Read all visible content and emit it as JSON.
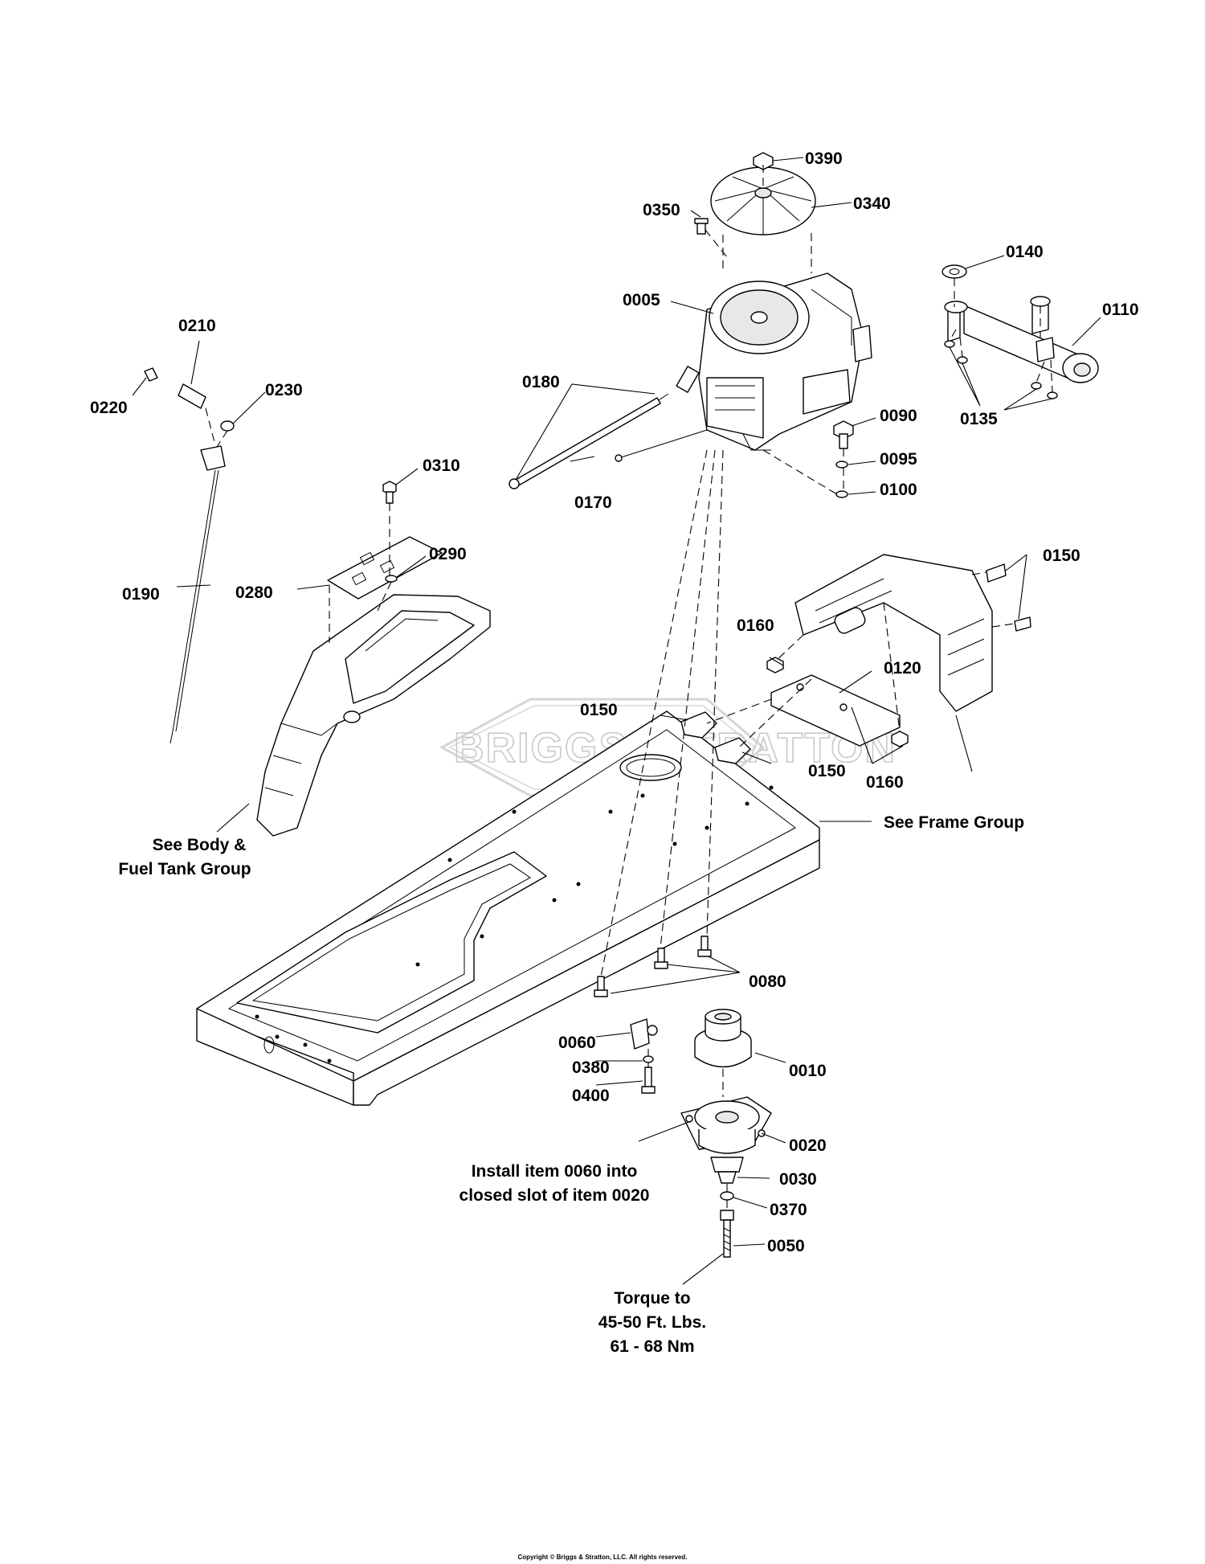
{
  "callouts": [
    {
      "id": "c0390",
      "label": "0390"
    },
    {
      "id": "c0340",
      "label": "0340"
    },
    {
      "id": "c0350",
      "label": "0350"
    },
    {
      "id": "c0005",
      "label": "0005"
    },
    {
      "id": "c0140",
      "label": "0140"
    },
    {
      "id": "c0110",
      "label": "0110"
    },
    {
      "id": "c0135",
      "label": "0135"
    },
    {
      "id": "c0210",
      "label": "0210"
    },
    {
      "id": "c0220",
      "label": "0220"
    },
    {
      "id": "c0230",
      "label": "0230"
    },
    {
      "id": "c0180",
      "label": "0180"
    },
    {
      "id": "c0170",
      "label": "0170"
    },
    {
      "id": "c0090",
      "label": "0090"
    },
    {
      "id": "c0095",
      "label": "0095"
    },
    {
      "id": "c0100",
      "label": "0100"
    },
    {
      "id": "c0310",
      "label": "0310"
    },
    {
      "id": "c0290",
      "label": "0290"
    },
    {
      "id": "c0280",
      "label": "0280"
    },
    {
      "id": "c0190",
      "label": "0190"
    },
    {
      "id": "c0150a",
      "label": "0150"
    },
    {
      "id": "c0160a",
      "label": "0160"
    },
    {
      "id": "c0120",
      "label": "0120"
    },
    {
      "id": "c0150b",
      "label": "0150"
    },
    {
      "id": "c0150c",
      "label": "0150"
    },
    {
      "id": "c0160b",
      "label": "0160"
    },
    {
      "id": "c0080",
      "label": "0080"
    },
    {
      "id": "c0060",
      "label": "0060"
    },
    {
      "id": "c0380",
      "label": "0380"
    },
    {
      "id": "c0400",
      "label": "0400"
    },
    {
      "id": "c0010",
      "label": "0010"
    },
    {
      "id": "c0020",
      "label": "0020"
    },
    {
      "id": "c0030",
      "label": "0030"
    },
    {
      "id": "c0370",
      "label": "0370"
    },
    {
      "id": "c0050",
      "label": "0050"
    }
  ],
  "notes": {
    "body_group": [
      "See Body &",
      "Fuel Tank Group"
    ],
    "frame_group": "See Frame Group",
    "install": [
      "Install item 0060 into",
      "closed slot of item 0020"
    ],
    "torque": [
      "Torque to",
      "45-50 Ft. Lbs.",
      "61 - 68 Nm"
    ]
  },
  "watermark": "BRIGGS&STRATTON",
  "copyright": "Copyright © Briggs & Stratton, LLC. All rights reserved."
}
